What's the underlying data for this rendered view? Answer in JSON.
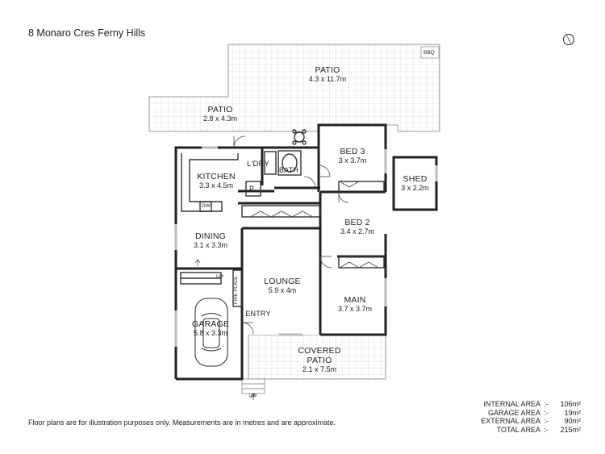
{
  "address": "8 Monaro Cres Ferny Hills",
  "compass_icon": "north-arrow-icon",
  "rooms": {
    "patio_main": {
      "name": "PATIO",
      "dims": "4.3 x 11.7m"
    },
    "patio_side": {
      "name": "PATIO",
      "dims": "2.8 x 4.3m"
    },
    "kitchen": {
      "name": "KITCHEN",
      "dims": "3.3 x 4.5m"
    },
    "laundry": {
      "name": "L'DRY"
    },
    "bath": {
      "name": "BATH"
    },
    "bed3": {
      "name": "BED 3",
      "dims": "3 x 3.7m"
    },
    "shed": {
      "name": "SHED",
      "dims": "3 x 2.2m"
    },
    "bed2": {
      "name": "BED 2",
      "dims": "3.4 x 2.7m"
    },
    "dining": {
      "name": "DINING",
      "dims": "3.1 x 3.3m"
    },
    "lounge": {
      "name": "LOUNGE",
      "dims": "5.9 x 4m"
    },
    "main": {
      "name": "MAIN",
      "dims": "3.7 x 3.7m"
    },
    "garage": {
      "name": "GARAGE",
      "dims": "5.8 x 3.3m"
    },
    "covered_patio": {
      "name": "COVERED",
      "name2": "PATIO",
      "dims": "2.1 x 7.5m"
    },
    "entry": {
      "name": "ENTRY"
    }
  },
  "fixtures": {
    "bbq": "BBQ",
    "pantry": "P",
    "dishwasher": "DW",
    "fireplace": "FIRE PLACE",
    "up_stairs": "UP",
    "up_front": "UP"
  },
  "disclaimer": "Floor plans are for illustration purposes only. Measurements are in metres and are approximate.",
  "areas": [
    {
      "label": "INTERNAL AREA",
      "sep": ":-",
      "value": "106m²"
    },
    {
      "label": "GARAGE AREA",
      "sep": ":-",
      "value": "19m²"
    },
    {
      "label": "EXTERNAL AREA",
      "sep": ":-",
      "value": "90m²"
    },
    {
      "label": "TOTAL AREA",
      "sep": ":-",
      "value": "215m²"
    }
  ]
}
